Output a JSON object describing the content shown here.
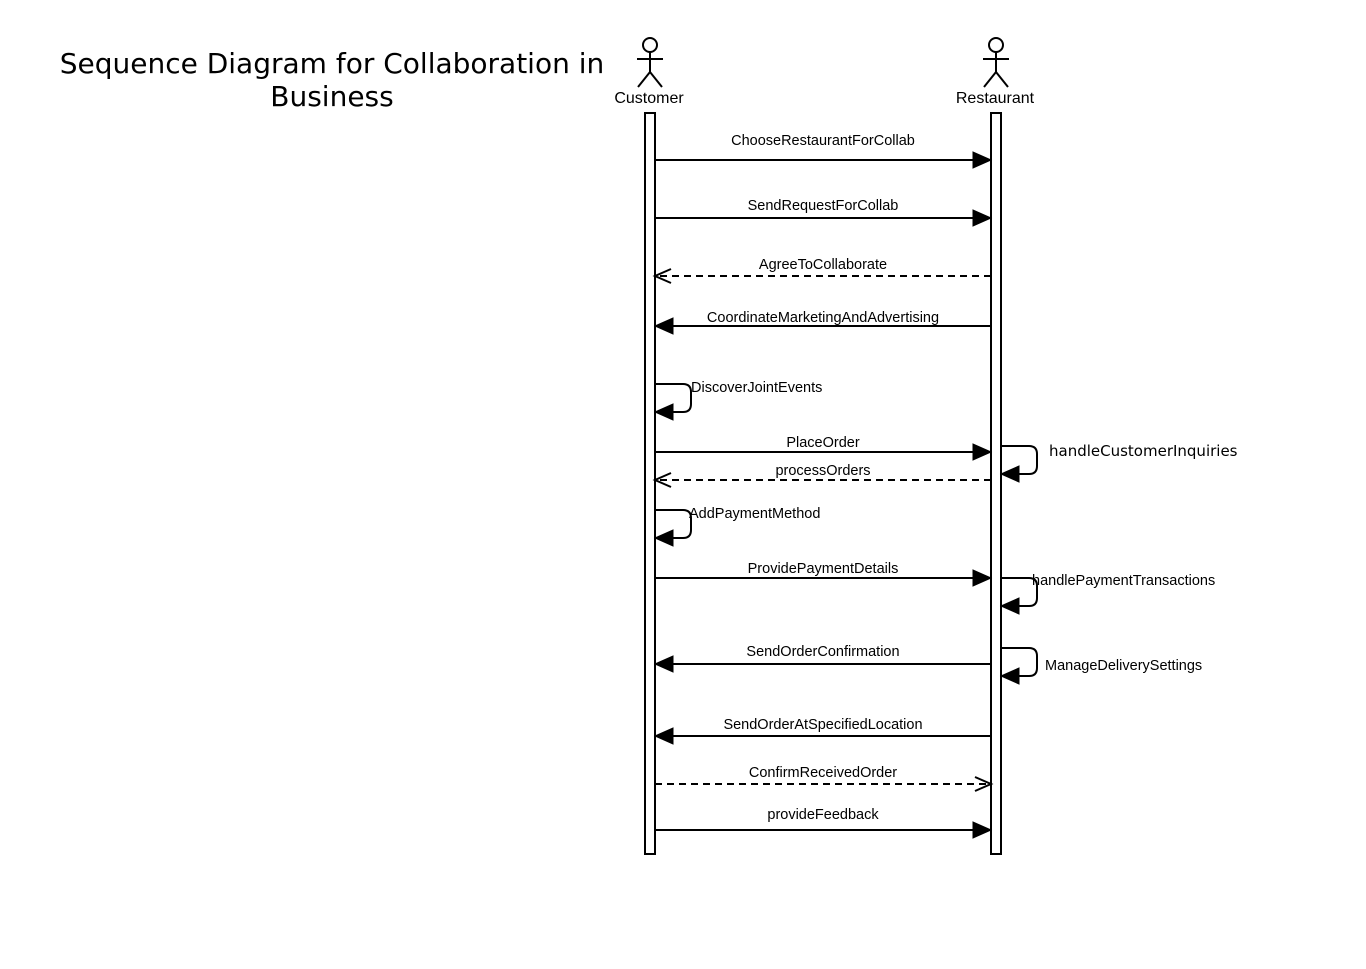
{
  "title_lines": [
    "Sequence Diagram for Collaboration in",
    "Business"
  ],
  "actors": [
    {
      "id": "customer",
      "label": "Customer"
    },
    {
      "id": "restaurant",
      "label": "Restaurant"
    }
  ],
  "messages": [
    {
      "label": "ChooseRestaurantForCollab",
      "from": "customer",
      "to": "restaurant",
      "kind": "sync"
    },
    {
      "label": "SendRequestForCollab",
      "from": "customer",
      "to": "restaurant",
      "kind": "sync"
    },
    {
      "label": "AgreeToCollaborate",
      "from": "restaurant",
      "to": "customer",
      "kind": "reply"
    },
    {
      "label": "CoordinateMarketingAndAdvertising",
      "from": "restaurant",
      "to": "customer",
      "kind": "sync"
    },
    {
      "label": "DiscoverJointEvents",
      "from": "customer",
      "to": "customer",
      "kind": "self"
    },
    {
      "label": "PlaceOrder",
      "from": "customer",
      "to": "restaurant",
      "kind": "sync"
    },
    {
      "label": "handleCustomerInquiries",
      "from": "restaurant",
      "to": "restaurant",
      "kind": "self"
    },
    {
      "label": "processOrders",
      "from": "restaurant",
      "to": "customer",
      "kind": "reply"
    },
    {
      "label": "AddPaymentMethod",
      "from": "customer",
      "to": "customer",
      "kind": "self"
    },
    {
      "label": "ProvidePaymentDetails",
      "from": "customer",
      "to": "restaurant",
      "kind": "sync"
    },
    {
      "label": "handlePaymentTransactions",
      "from": "restaurant",
      "to": "restaurant",
      "kind": "self"
    },
    {
      "label": "SendOrderConfirmation",
      "from": "restaurant",
      "to": "customer",
      "kind": "sync"
    },
    {
      "label": "ManageDeliverySettings",
      "from": "restaurant",
      "to": "restaurant",
      "kind": "self"
    },
    {
      "label": "SendOrderAtSpecifiedLocation",
      "from": "restaurant",
      "to": "customer",
      "kind": "sync"
    },
    {
      "label": "ConfirmReceivedOrder",
      "from": "customer",
      "to": "restaurant",
      "kind": "reply"
    },
    {
      "label": "provideFeedback",
      "from": "customer",
      "to": "restaurant",
      "kind": "sync"
    }
  ]
}
